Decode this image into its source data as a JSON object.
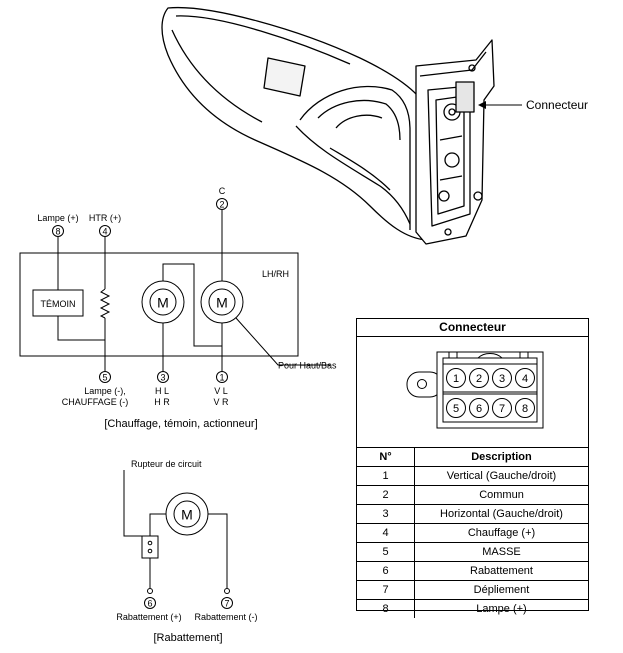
{
  "callouts": {
    "connecteur": "Connecteur",
    "pour_haut_bas": "Pour Haut/Bas",
    "rupteur": "Rupteur de circuit"
  },
  "schematic": {
    "label_c": "C",
    "label_lampe_plus": "Lampe (+)",
    "label_htr_plus": "HTR (+)",
    "label_lh_rh": "LH/RH",
    "label_temoin": "TÉMOIN",
    "motor_letter": "M",
    "label_lampe_minus": "Lampe (-),",
    "label_chauffage_minus": "CHAUFFAGE (-)",
    "label_hl": "H L",
    "label_hr": "H R",
    "label_vl": "V L",
    "label_vr": "V R",
    "caption": "[Chauffage, témoin, actionneur]",
    "pins": {
      "p1": "1",
      "p2": "2",
      "p3": "3",
      "p4": "4",
      "p5": "5",
      "p8": "8"
    }
  },
  "folding": {
    "motor_letter": "M",
    "pin6": "6",
    "pin7": "7",
    "label_rab_plus": "Rabattement (+)",
    "label_rab_minus": "Rabattement (-)",
    "caption": "[Rabattement]"
  },
  "connector_table": {
    "title": "Connecteur",
    "pins_top": [
      "1",
      "2",
      "3",
      "4"
    ],
    "pins_bottom": [
      "5",
      "6",
      "7",
      "8"
    ],
    "headers": {
      "no": "N°",
      "description": "Description"
    },
    "rows": [
      {
        "no": "1",
        "description": "Vertical (Gauche/droit)"
      },
      {
        "no": "2",
        "description": "Commun"
      },
      {
        "no": "3",
        "description": "Horizontal (Gauche/droit)"
      },
      {
        "no": "4",
        "description": "Chauffage (+)"
      },
      {
        "no": "5",
        "description": "MASSE"
      },
      {
        "no": "6",
        "description": "Rabattement"
      },
      {
        "no": "7",
        "description": "Dépliement"
      },
      {
        "no": "8",
        "description": "Lampe (+)"
      }
    ]
  }
}
